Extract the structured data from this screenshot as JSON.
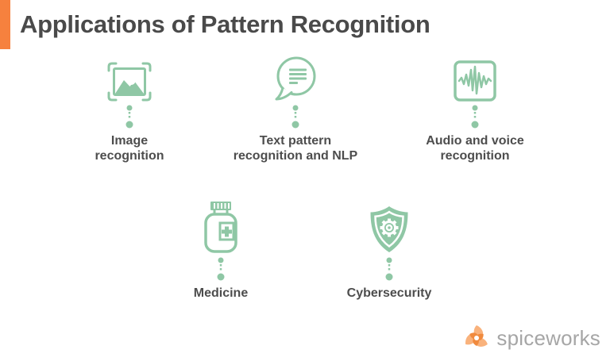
{
  "page": {
    "title": "Applications of Pattern Recognition"
  },
  "items": [
    {
      "label": "Image recognition",
      "icon": "image-recognition-icon"
    },
    {
      "label": "Text pattern recognition and NLP",
      "icon": "speech-bubble-icon"
    },
    {
      "label": "Audio and voice recognition",
      "icon": "waveform-icon"
    },
    {
      "label": "Medicine",
      "icon": "medicine-bottle-icon"
    },
    {
      "label": "Cybersecurity",
      "icon": "shield-gear-icon"
    }
  ],
  "footer": {
    "brand": "spiceworks"
  },
  "colors": {
    "accent_orange": "#f6813e",
    "icon_green": "#8fc7a5",
    "title_text": "#4a4a4a",
    "label_text": "#4d4d4d",
    "brand_text": "#a6a6a6",
    "logo_orange": "#f08a3e",
    "logo_orange_light": "#f9b27c"
  }
}
